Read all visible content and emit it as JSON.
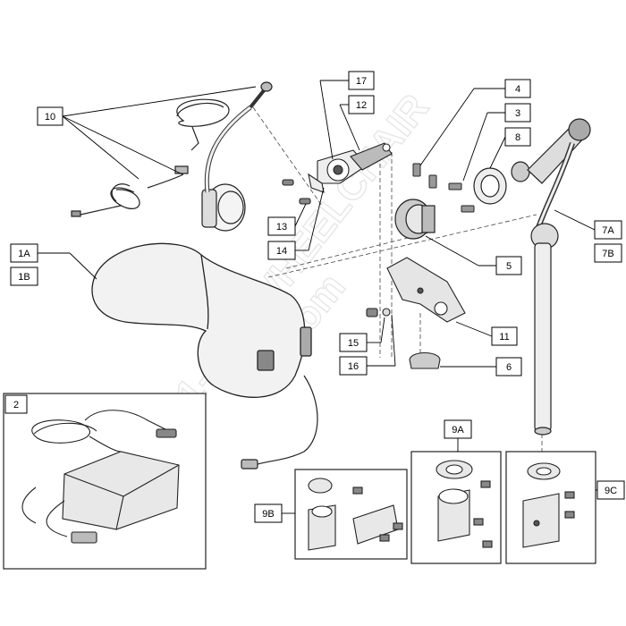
{
  "diagram": {
    "callouts": [
      {
        "id": "c10",
        "text": "10"
      },
      {
        "id": "c17",
        "text": "17"
      },
      {
        "id": "c12",
        "text": "12"
      },
      {
        "id": "c4",
        "text": "4"
      },
      {
        "id": "c3",
        "text": "3"
      },
      {
        "id": "c8",
        "text": "8"
      },
      {
        "id": "c13",
        "text": "13"
      },
      {
        "id": "c14",
        "text": "14"
      },
      {
        "id": "c1A",
        "text": "1A"
      },
      {
        "id": "c1B",
        "text": "1B"
      },
      {
        "id": "c7A",
        "text": "7A"
      },
      {
        "id": "c7B",
        "text": "7B"
      },
      {
        "id": "c5",
        "text": "5"
      },
      {
        "id": "c11",
        "text": "11"
      },
      {
        "id": "c15",
        "text": "15"
      },
      {
        "id": "c16",
        "text": "16"
      },
      {
        "id": "c6",
        "text": "6"
      },
      {
        "id": "c2",
        "text": "2"
      },
      {
        "id": "c9A",
        "text": "9A"
      },
      {
        "id": "c9B",
        "text": "9B"
      },
      {
        "id": "c9C",
        "text": "9C"
      }
    ],
    "watermark": {
      "line1": "1-800",
      "line2": "WHEELCHAIR",
      "line3": ".com"
    }
  }
}
